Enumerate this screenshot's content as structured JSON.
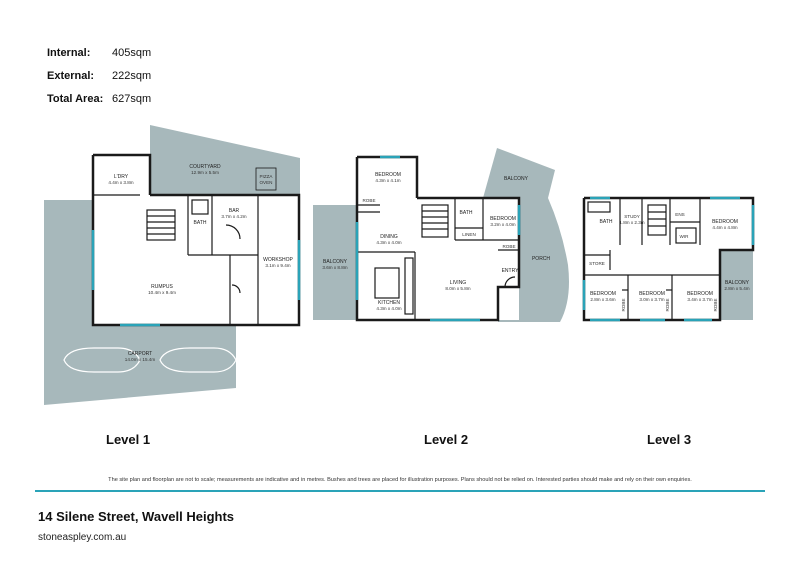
{
  "stats": [
    {
      "label": "Internal:",
      "value": "405sqm"
    },
    {
      "label": "External:",
      "value": "222sqm"
    },
    {
      "label": "Total Area:",
      "value": "627sqm"
    }
  ],
  "levels": {
    "l1": {
      "title": "Level 1",
      "rooms": {
        "laundry": {
          "name": "L'DRY",
          "size": "4.4m x 3.8m"
        },
        "courtyard": {
          "name": "COURTYARD",
          "size": "12.9m x 5.5m"
        },
        "pizza_oven": {
          "name": "PIZZA",
          "name2": "OVEN"
        },
        "bath": {
          "name": "BATH"
        },
        "bar": {
          "name": "BAR",
          "size": "3.7m x 4.2m"
        },
        "workshop": {
          "name": "WORKSHOP",
          "size": "3.1m x 9.4m"
        },
        "rumpus": {
          "name": "RUMPUS",
          "size": "10.4m x 9.4m"
        },
        "carport": {
          "name": "CARPORT",
          "size": "14.0m x 15.4m"
        }
      }
    },
    "l2": {
      "title": "Level 2",
      "rooms": {
        "bedroom": {
          "name": "BEDROOM",
          "size": "4.3m x 4.1m"
        },
        "robe": {
          "name": "ROBE"
        },
        "balcony_top": {
          "name": "BALCONY"
        },
        "bath": {
          "name": "BATH"
        },
        "linen": {
          "name": "LINEN"
        },
        "bedroom2": {
          "name": "BEDROOM",
          "size": "3.2m x 4.0m"
        },
        "robe2": {
          "name": "ROBE"
        },
        "dining": {
          "name": "DINING",
          "size": "4.3m x 4.0m"
        },
        "balcony_left": {
          "name": "BALCONY",
          "size": "3.6m x 8.8m"
        },
        "living": {
          "name": "LIVING",
          "size": "8.0m x 5.8m"
        },
        "entry": {
          "name": "ENTRY"
        },
        "porch": {
          "name": "PORCH"
        },
        "kitchen": {
          "name": "KITCHEN",
          "size": "4.3m x 4.0m"
        }
      }
    },
    "l3": {
      "title": "Level 3",
      "rooms": {
        "bath": {
          "name": "BATH"
        },
        "study": {
          "name": "STUDY",
          "size": "1.8m x 2.3m"
        },
        "ens": {
          "name": "ENS"
        },
        "wir": {
          "name": "WIR"
        },
        "master": {
          "name": "BEDROOM",
          "size": "4.4m x 4.8m"
        },
        "store": {
          "name": "STORE"
        },
        "bed_a": {
          "name": "BEDROOM",
          "size": "2.8m x 3.6m"
        },
        "bed_b": {
          "name": "BEDROOM",
          "size": "3.0m x 3.7m"
        },
        "bed_c": {
          "name": "BEDROOM",
          "size": "3.4m x 3.7m"
        },
        "robe_a": {
          "name": "ROBE"
        },
        "robe_b": {
          "name": "ROBE"
        },
        "robe_c": {
          "name": "ROBE"
        },
        "balcony": {
          "name": "BALCONY",
          "size": "2.8m x 5.4m"
        }
      }
    }
  },
  "disclaimer": "The site plan and floorplan are not to scale; measurements are indicative and in metres. Bushes and trees are placed for illustration purposes. Plans should not be relied on. Interested parties should make and rely on their own enquiries.",
  "address": "14 Silene Street, Wavell Heights",
  "website": "stoneaspley.com.au",
  "colors": {
    "outdoor": "#a7b8bb",
    "wall": "#1a1a1a",
    "accent": "#2aa3b8"
  }
}
